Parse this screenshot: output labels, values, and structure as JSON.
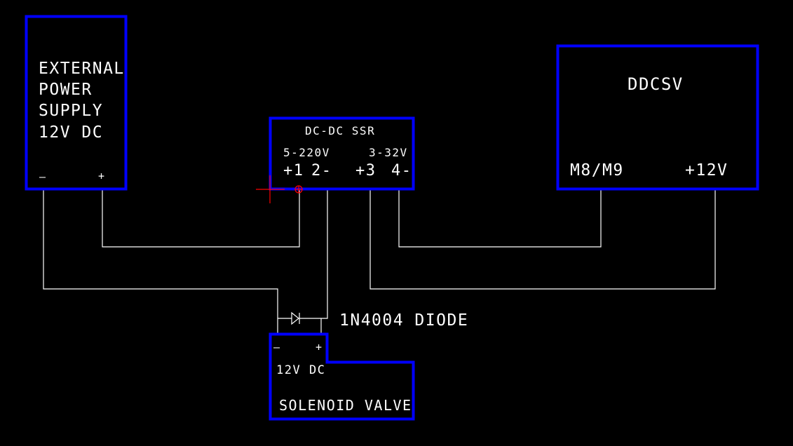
{
  "colors": {
    "background": "#000000",
    "component_outline": "#0000ff",
    "wire": "#ffffff",
    "text": "#ffffff",
    "cursor": "#ff0000"
  },
  "components": {
    "power_supply": {
      "label_lines": [
        "EXTERNAL",
        "POWER",
        "SUPPLY",
        "12V DC"
      ],
      "pin_minus": "–",
      "pin_plus": "+"
    },
    "ssr": {
      "title": "DC-DC SSR",
      "left_range": "5-220V",
      "right_range": "3-32V",
      "pin1": "+1",
      "pin2": "2-",
      "pin3": "+3",
      "pin4": "4-"
    },
    "ddcsv": {
      "title": "DDCSV",
      "pin_left": "M8/M9",
      "pin_right": "+12V"
    },
    "solenoid_valve": {
      "pin_minus": "–",
      "pin_plus": "+",
      "voltage": "12V DC",
      "title": "SOLENOID VALVE"
    },
    "diode": {
      "label": "1N4004 DIODE"
    }
  }
}
